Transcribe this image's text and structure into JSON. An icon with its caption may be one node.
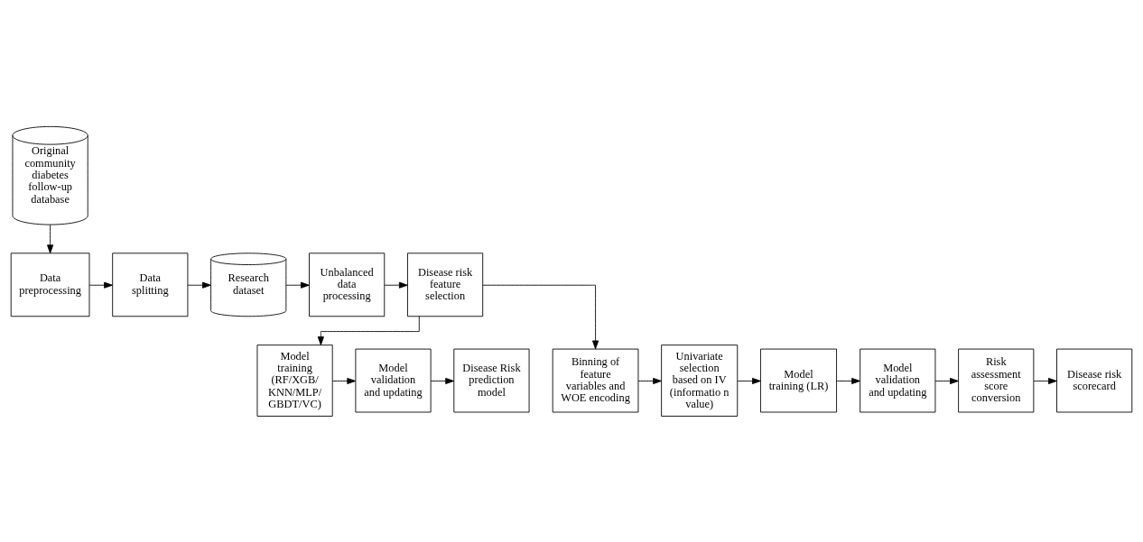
{
  "diagram": {
    "nodes": [
      {
        "text": [
          "Data preprocessing"
        ]
      },
      {
        "text": [
          "Data splitting"
        ]
      },
      {
        "text": [
          "Research dataset"
        ]
      },
      {
        "text": [
          "Unbalanced data processing"
        ]
      },
      {
        "text": [
          "Disease risk feature selection"
        ]
      },
      {
        "text": [
          "Original community diabetes follow-up database"
        ]
      },
      {
        "text": [
          "Model training (RF/XGB/ KNN/MLP/ GBDT/VC)"
        ]
      },
      {
        "text": [
          "Model validation and updating"
        ]
      },
      {
        "text": [
          "Disease Risk prediction model"
        ]
      },
      {
        "text": [
          "Binning of feature variables and WOE encoding"
        ]
      },
      {
        "text": [
          "Univariate selection based on IV (informatio n value)"
        ]
      },
      {
        "text": [
          "Model training (LR)"
        ]
      },
      {
        "text": [
          "Model validation and updating"
        ]
      },
      {
        "text": [
          "Risk assessment score conversion"
        ]
      },
      {
        "text": [
          "Disease risk scorecard"
        ]
      }
    ],
    "edges": [
      {
        "from": 5,
        "to": 0,
        "arrow": "to"
      },
      {
        "from": 0,
        "to": 1,
        "arrow": "to"
      },
      {
        "from": 1,
        "to": 2,
        "arrow": "to"
      },
      {
        "from": 2,
        "to": 3,
        "arrow": "to"
      },
      {
        "from": 3,
        "to": 4,
        "arrow": "to"
      },
      {
        "from": 4,
        "to": 6,
        "arrow": "to"
      },
      {
        "from": 4,
        "to": 9,
        "arrow": "to"
      },
      {
        "from": 6,
        "to": 7,
        "arrow": "to"
      },
      {
        "from": 7,
        "to": 8,
        "arrow": "to"
      },
      {
        "from": 9,
        "to": 10,
        "arrow": "to"
      },
      {
        "from": 10,
        "to": 11,
        "arrow": "to"
      },
      {
        "from": 11,
        "to": 12,
        "arrow": "to"
      },
      {
        "from": 12,
        "to": 13,
        "arrow": "to"
      },
      {
        "from": 13,
        "to": 14,
        "arrow": "to"
      }
    ]
  }
}
